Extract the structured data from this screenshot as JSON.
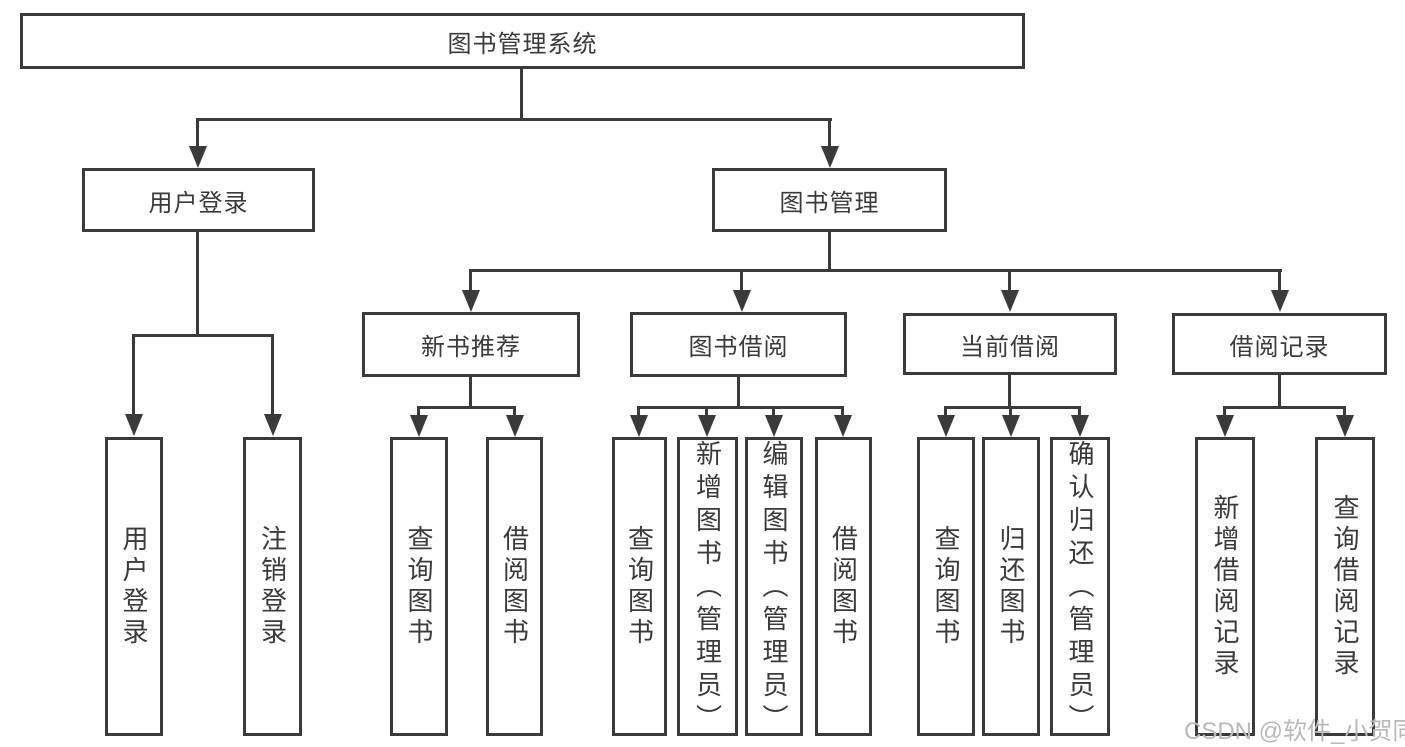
{
  "diagram_title": "图书管理系统",
  "watermark": {
    "text": "CSDN @软件_小贺同学",
    "color": "#b9b9b9"
  },
  "colors": {
    "line": "#3a3a3a",
    "text": "#3a3a3a",
    "background": "#ffffff"
  },
  "nodes": {
    "root": {
      "label": "图书管理系统"
    },
    "user_login": {
      "label": "用户登录"
    },
    "book_mgmt": {
      "label": "图书管理"
    },
    "new_book_rec": {
      "label": "新书推荐"
    },
    "book_borrow": {
      "label": "图书借阅"
    },
    "current_borrow": {
      "label": "当前借阅"
    },
    "borrow_record": {
      "label": "借阅记录"
    },
    "login_user": {
      "label": "用户登录"
    },
    "login_logout": {
      "label": "注销登录"
    },
    "rec_query_book": {
      "label": "查询图书"
    },
    "rec_borrow_book": {
      "label": "借阅图书"
    },
    "bb_query_book": {
      "label": "查询图书"
    },
    "bb_add_book": {
      "label": "新增图书（管理员）"
    },
    "bb_edit_book": {
      "label": "编辑图书（管理员）"
    },
    "bb_borrow_book": {
      "label": "借阅图书"
    },
    "cb_query_book": {
      "label": "查询图书"
    },
    "cb_return_book": {
      "label": "归还图书"
    },
    "cb_confirm_return": {
      "label": "确认归还（管理员）"
    },
    "br_add_record": {
      "label": "新增借阅记录"
    },
    "br_query_record": {
      "label": "查询借阅记录"
    }
  },
  "hierarchy": {
    "图书管理系统": {
      "用户登录": [
        "用户登录",
        "注销登录"
      ],
      "图书管理": {
        "新书推荐": [
          "查询图书",
          "借阅图书"
        ],
        "图书借阅": [
          "查询图书",
          "新增图书（管理员）",
          "编辑图书（管理员）",
          "借阅图书"
        ],
        "当前借阅": [
          "查询图书",
          "归还图书",
          "确认归还（管理员）"
        ],
        "借阅记录": [
          "新增借阅记录",
          "查询借阅记录"
        ]
      }
    }
  }
}
